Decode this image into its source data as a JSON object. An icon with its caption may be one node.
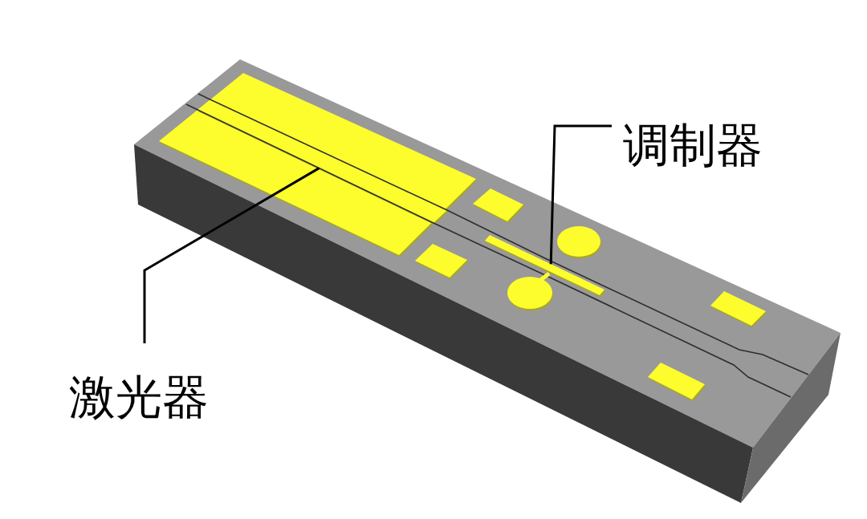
{
  "diagram": {
    "nodes": [
      {
        "text": [
          "调制器"
        ]
      },
      {
        "text": [
          "激光器"
        ]
      },
      {
        "text": [],
        "shape": "bar"
      },
      {
        "text": [],
        "shape": "bar"
      }
    ],
    "edges": [
      {
        "from": 0,
        "to": 2,
        "arrow": "none"
      },
      {
        "from": 1,
        "to": 3,
        "arrow": "none"
      }
    ]
  }
}
